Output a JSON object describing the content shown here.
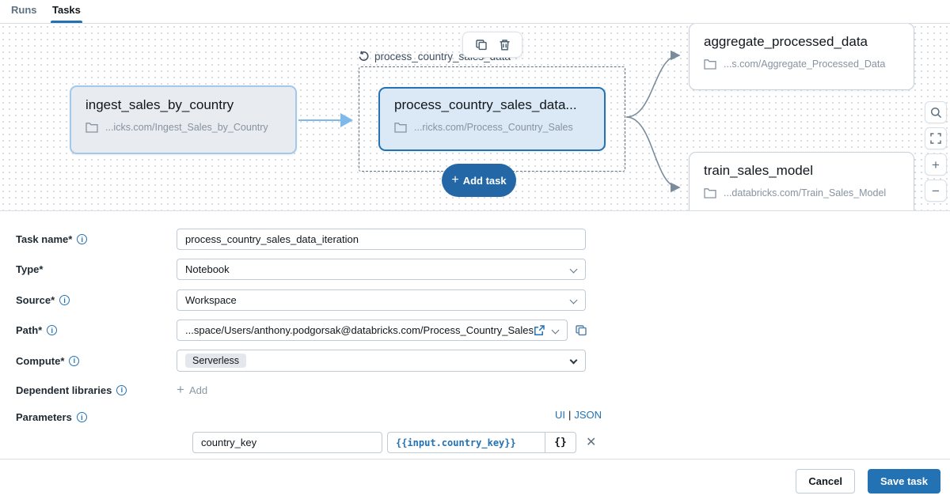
{
  "tabs": [
    {
      "label": "Runs"
    },
    {
      "label": "Tasks"
    }
  ],
  "canvas": {
    "loop_label": "process_country_sales_data",
    "add_task_label": "Add task",
    "nodes": [
      {
        "title": "ingest_sales_by_country",
        "path": "...icks.com/Ingest_Sales_by_Country"
      },
      {
        "title": "process_country_sales_data...",
        "path": "...ricks.com/Process_Country_Sales"
      },
      {
        "title": "aggregate_processed_data",
        "path": "...s.com/Aggregate_Processed_Data"
      },
      {
        "title": "train_sales_model",
        "path": "...databricks.com/Train_Sales_Model"
      }
    ]
  },
  "form": {
    "task_name": {
      "label": "Task name*",
      "value": "process_country_sales_data_iteration"
    },
    "type": {
      "label": "Type*",
      "value": "Notebook"
    },
    "source": {
      "label": "Source*",
      "value": "Workspace"
    },
    "path": {
      "label": "Path*",
      "value": "...space/Users/anthony.podgorsak@databricks.com/Process_Country_Sales"
    },
    "compute": {
      "label": "Compute*",
      "value": "Serverless"
    },
    "libraries": {
      "label": "Dependent libraries",
      "add_label": "Add"
    },
    "parameters": {
      "label": "Parameters",
      "ui_label": "UI",
      "separator": "|",
      "json_label": "JSON",
      "key": "country_key",
      "value": "{{input.country_key}}",
      "braces_label": "{}"
    }
  },
  "footer": {
    "cancel_label": "Cancel",
    "save_label": "Save task"
  },
  "colors": {
    "accent": "#2272b4",
    "selected_fill": "#dbe8f6",
    "edge": "#7a8c9c",
    "edge_light": "#7fb9ea"
  }
}
